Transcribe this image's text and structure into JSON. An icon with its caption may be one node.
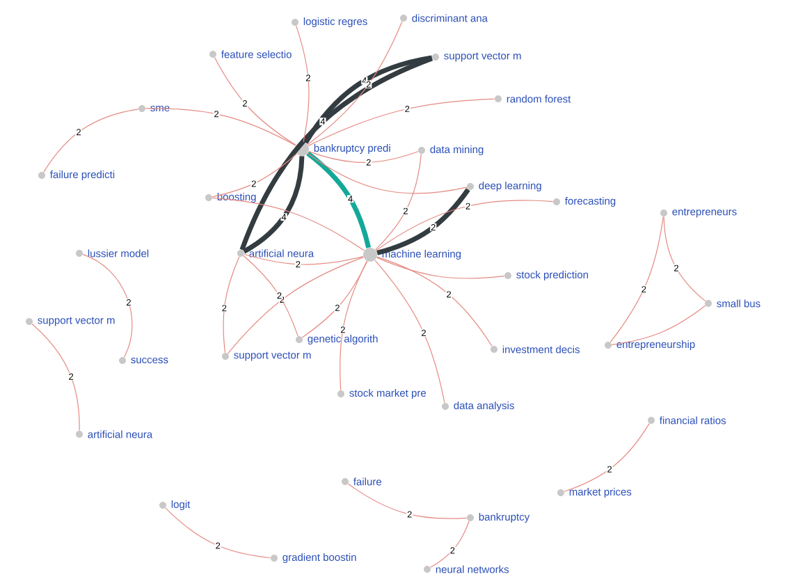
{
  "diagram": {
    "nodes": [
      {
        "text": [
          "logistic regres"
        ]
      },
      {
        "text": [
          "discriminant ana"
        ]
      },
      {
        "text": [
          "feature selectio"
        ]
      },
      {
        "text": [
          "support vector m"
        ]
      },
      {
        "text": [
          "random forest"
        ]
      },
      {
        "text": [
          "sme"
        ]
      },
      {
        "text": [
          "bankruptcy predi"
        ]
      },
      {
        "text": [
          "data mining"
        ]
      },
      {
        "text": [
          "failure predicti"
        ]
      },
      {
        "text": [
          "deep learning"
        ]
      },
      {
        "text": [
          "boosting"
        ]
      },
      {
        "text": [
          "forecasting"
        ]
      },
      {
        "text": [
          "entrepreneurs"
        ]
      },
      {
        "text": [
          "lussier model"
        ]
      },
      {
        "text": [
          "artificial neura"
        ]
      },
      {
        "text": [
          "machine learning"
        ]
      },
      {
        "text": [
          "stock prediction"
        ]
      },
      {
        "text": [
          "small bus"
        ]
      },
      {
        "text": [
          "support vector m"
        ]
      },
      {
        "text": [
          "genetic algorith"
        ]
      },
      {
        "text": [
          "success"
        ]
      },
      {
        "text": [
          "support vector m"
        ]
      },
      {
        "text": [
          "investment decis"
        ]
      },
      {
        "text": [
          "entrepreneurship"
        ]
      },
      {
        "text": [
          "stock market pre"
        ]
      },
      {
        "text": [
          "data analysis"
        ]
      },
      {
        "text": [
          "artificial neura"
        ]
      },
      {
        "text": [
          "financial ratios"
        ]
      },
      {
        "text": [
          "failure"
        ]
      },
      {
        "text": [
          "logit"
        ]
      },
      {
        "text": [
          "market prices"
        ]
      },
      {
        "text": [
          "bankruptcy"
        ]
      },
      {
        "text": [
          "gradient boostin"
        ]
      },
      {
        "text": [
          "neural networks"
        ]
      }
    ],
    "edges": [
      {
        "from": 6,
        "to": 3,
        "arrow": "none",
        "label": "4",
        "style": "thick",
        "color": "#333c40"
      },
      {
        "from": 14,
        "to": 3,
        "arrow": "none",
        "label": "4",
        "style": "thick",
        "color": "#333c40"
      },
      {
        "from": 6,
        "to": 14,
        "arrow": "none",
        "label": "4",
        "style": "thick",
        "color": "#333c40"
      },
      {
        "from": 6,
        "to": 15,
        "arrow": "none",
        "label": "4",
        "style": "thick",
        "color": "#14a898"
      },
      {
        "from": 15,
        "to": 9,
        "arrow": "none",
        "label": "2",
        "style": "thick",
        "color": "#333c40"
      },
      {
        "from": 6,
        "to": 0,
        "arrow": "none",
        "label": "2"
      },
      {
        "from": 6,
        "to": 1,
        "arrow": "none",
        "label": "2"
      },
      {
        "from": 6,
        "to": 2,
        "arrow": "none",
        "label": "2"
      },
      {
        "from": 6,
        "to": 5,
        "arrow": "none",
        "label": "2"
      },
      {
        "from": 6,
        "to": 4,
        "arrow": "none",
        "label": "2"
      },
      {
        "from": 6,
        "to": 7,
        "arrow": "none",
        "label": "2"
      },
      {
        "from": 6,
        "to": 9,
        "arrow": "none"
      },
      {
        "from": 6,
        "to": 10,
        "arrow": "none",
        "label": "2"
      },
      {
        "from": 5,
        "to": 8,
        "arrow": "none",
        "label": "2"
      },
      {
        "from": 7,
        "to": 15,
        "arrow": "none",
        "label": "2"
      },
      {
        "from": 15,
        "to": 11,
        "arrow": "none",
        "label": "2"
      },
      {
        "from": 15,
        "to": 16,
        "arrow": "none"
      },
      {
        "from": 15,
        "to": 14,
        "arrow": "none",
        "label": "2"
      },
      {
        "from": 15,
        "to": 19,
        "arrow": "none",
        "label": "2"
      },
      {
        "from": 15,
        "to": 21,
        "arrow": "none",
        "label": "2"
      },
      {
        "from": 15,
        "to": 22,
        "arrow": "none",
        "label": "2"
      },
      {
        "from": 15,
        "to": 24,
        "arrow": "none",
        "label": "2"
      },
      {
        "from": 15,
        "to": 25,
        "arrow": "none",
        "label": "2"
      },
      {
        "from": 15,
        "to": 10,
        "arrow": "none"
      },
      {
        "from": 14,
        "to": 19,
        "arrow": "none",
        "label": "2"
      },
      {
        "from": 14,
        "to": 21,
        "arrow": "none",
        "label": "2"
      },
      {
        "from": 13,
        "to": 20,
        "arrow": "none",
        "label": "2"
      },
      {
        "from": 18,
        "to": 26,
        "arrow": "none",
        "label": "2"
      },
      {
        "from": 12,
        "to": 23,
        "arrow": "none",
        "label": "2"
      },
      {
        "from": 12,
        "to": 17,
        "arrow": "none",
        "label": "2"
      },
      {
        "from": 17,
        "to": 23,
        "arrow": "none"
      },
      {
        "from": 27,
        "to": 30,
        "arrow": "none",
        "label": "2"
      },
      {
        "from": 28,
        "to": 31,
        "arrow": "none",
        "label": "2"
      },
      {
        "from": 31,
        "to": 33,
        "arrow": "none",
        "label": "2"
      },
      {
        "from": 29,
        "to": 32,
        "arrow": "none",
        "label": "2"
      }
    ]
  }
}
